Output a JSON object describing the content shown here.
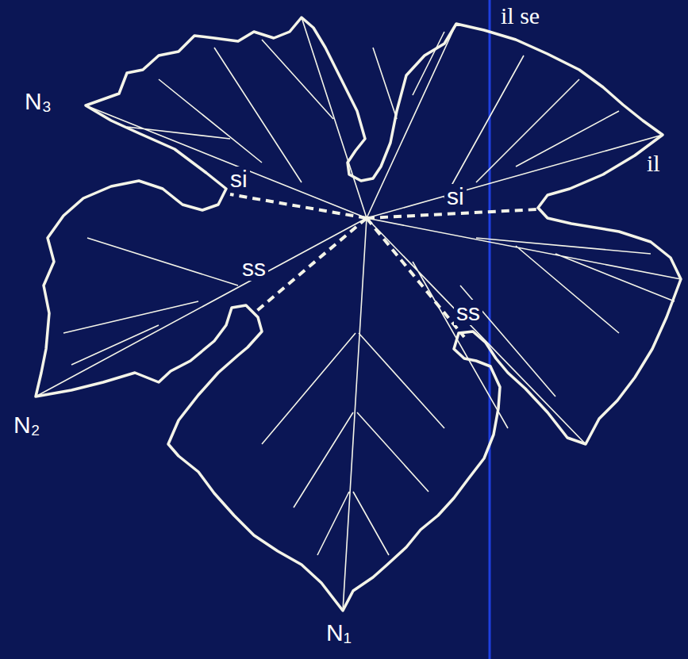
{
  "diagram": {
    "labels": [
      "il se",
      "N₃",
      "si",
      "si",
      "il",
      "ss",
      "ss",
      "N₂",
      "N₁"
    ]
  }
}
